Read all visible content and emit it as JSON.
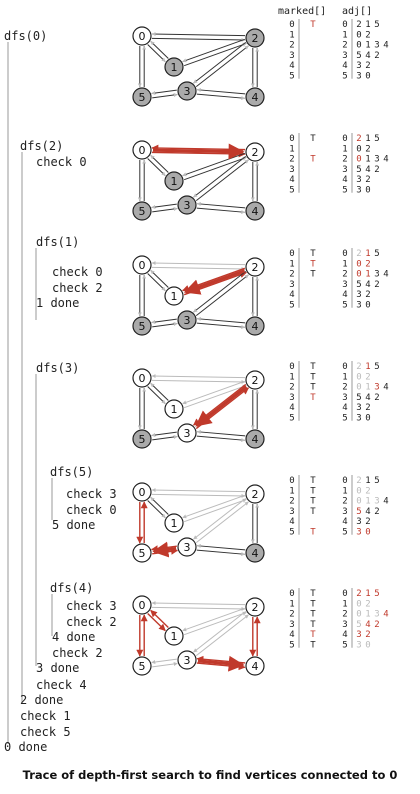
{
  "caption": "Trace of depth-first search to find vertices connected to 0",
  "headers": {
    "marked": "marked[]",
    "adj": "adj[]"
  },
  "colors": {
    "red": "#c0392b",
    "gray_fill": "#aaaaaa",
    "faded": "#bbbbbb",
    "text": "#222222"
  },
  "code": [
    "dfs(0)",
    "dfs(2)",
    "check 0",
    "dfs(1)",
    "check 0",
    "check 2",
    "1 done",
    "dfs(3)",
    "dfs(5)",
    "check 3",
    "check 0",
    "5 done",
    "dfs(4)",
    "check 3",
    "check 2",
    "4 done",
    "check 2",
    "3 done",
    "check 4",
    "2 done",
    "check 1",
    "check 5",
    "0 done"
  ],
  "graph": {
    "vertices": [
      "0",
      "1",
      "2",
      "3",
      "4",
      "5"
    ],
    "edges": [
      [
        "0",
        "2"
      ],
      [
        "0",
        "1"
      ],
      [
        "0",
        "5"
      ],
      [
        "1",
        "2"
      ],
      [
        "2",
        "3"
      ],
      [
        "2",
        "4"
      ],
      [
        "3",
        "5"
      ],
      [
        "3",
        "4"
      ]
    ]
  },
  "table": {
    "indices": [
      "0",
      "1",
      "2",
      "3",
      "4",
      "5"
    ],
    "adj": [
      [
        "2",
        "1",
        "5"
      ],
      [
        "0",
        "2"
      ],
      [
        "0",
        "1",
        "3",
        "4"
      ],
      [
        "5",
        "4",
        "2"
      ],
      [
        "3",
        "2"
      ],
      [
        "3",
        "0"
      ]
    ]
  },
  "panels": [
    {
      "marked": [
        "T",
        "",
        "",
        "",
        "",
        ""
      ],
      "marked_red": [
        0
      ],
      "visited": [
        0
      ],
      "red_edges": [],
      "gray_edges": [],
      "adj_state": {
        "red": [],
        "faded": []
      }
    },
    {
      "marked": [
        "T",
        "",
        "T",
        "",
        "",
        ""
      ],
      "marked_red": [
        2
      ],
      "visited": [
        0,
        2
      ],
      "red_edges": [
        [
          "0",
          "2"
        ]
      ],
      "gray_edges": [],
      "adj_state": {
        "red": [
          [
            0,
            0
          ],
          [
            2,
            0
          ]
        ],
        "faded": []
      }
    },
    {
      "marked": [
        "T",
        "T",
        "T",
        "",
        "",
        ""
      ],
      "marked_red": [
        1
      ],
      "visited": [
        0,
        1,
        2
      ],
      "red_edges": [
        [
          "2",
          "1"
        ]
      ],
      "gray_edges": [
        [
          "0",
          "2"
        ]
      ],
      "adj_state": {
        "red": [
          [
            0,
            1
          ],
          [
            1,
            0
          ],
          [
            1,
            1
          ],
          [
            2,
            0
          ],
          [
            2,
            1
          ]
        ],
        "faded": [
          [
            0,
            0
          ]
        ]
      }
    },
    {
      "marked": [
        "T",
        "T",
        "T",
        "T",
        "",
        ""
      ],
      "marked_red": [
        3
      ],
      "visited": [
        0,
        1,
        2,
        3
      ],
      "red_edges": [
        [
          "2",
          "3"
        ]
      ],
      "gray_edges": [
        [
          "0",
          "2"
        ],
        [
          "2",
          "1"
        ]
      ],
      "adj_state": {
        "red": [
          [
            0,
            1
          ],
          [
            2,
            2
          ]
        ],
        "faded": [
          [
            0,
            0
          ],
          [
            1,
            0
          ],
          [
            1,
            1
          ],
          [
            2,
            0
          ],
          [
            2,
            1
          ]
        ]
      }
    },
    {
      "marked": [
        "T",
        "T",
        "T",
        "T",
        "",
        "T"
      ],
      "marked_red": [
        5
      ],
      "visited": [
        0,
        1,
        2,
        3,
        5
      ],
      "red_edges": [
        [
          "3",
          "5"
        ],
        [
          "0",
          "5"
        ]
      ],
      "gray_edges": [
        [
          "0",
          "2"
        ],
        [
          "2",
          "1"
        ],
        [
          "2",
          "3"
        ]
      ],
      "adj_state": {
        "red": [
          [
            3,
            0
          ],
          [
            5,
            0
          ],
          [
            5,
            1
          ]
        ],
        "faded": [
          [
            0,
            0
          ],
          [
            1,
            0
          ],
          [
            1,
            1
          ],
          [
            2,
            0
          ],
          [
            2,
            1
          ],
          [
            2,
            2
          ]
        ]
      }
    },
    {
      "marked": [
        "T",
        "T",
        "T",
        "T",
        "T",
        "T"
      ],
      "marked_red": [
        4
      ],
      "visited": [
        0,
        1,
        2,
        3,
        4,
        5
      ],
      "red_edges": [
        [
          "3",
          "4"
        ],
        [
          "2",
          "4"
        ],
        [
          "0",
          "5"
        ],
        [
          "0",
          "1"
        ]
      ],
      "gray_edges": [
        [
          "0",
          "2"
        ],
        [
          "2",
          "1"
        ],
        [
          "2",
          "3"
        ],
        [
          "3",
          "5"
        ]
      ],
      "adj_state": {
        "red": [
          [
            0,
            0
          ],
          [
            0,
            1
          ],
          [
            0,
            2
          ],
          [
            2,
            3
          ],
          [
            3,
            1
          ],
          [
            3,
            2
          ],
          [
            4,
            0
          ],
          [
            4,
            1
          ]
        ],
        "faded": [
          [
            1,
            0
          ],
          [
            1,
            1
          ],
          [
            2,
            0
          ],
          [
            2,
            1
          ],
          [
            2,
            2
          ],
          [
            3,
            0
          ],
          [
            5,
            0
          ],
          [
            5,
            1
          ]
        ]
      }
    }
  ]
}
